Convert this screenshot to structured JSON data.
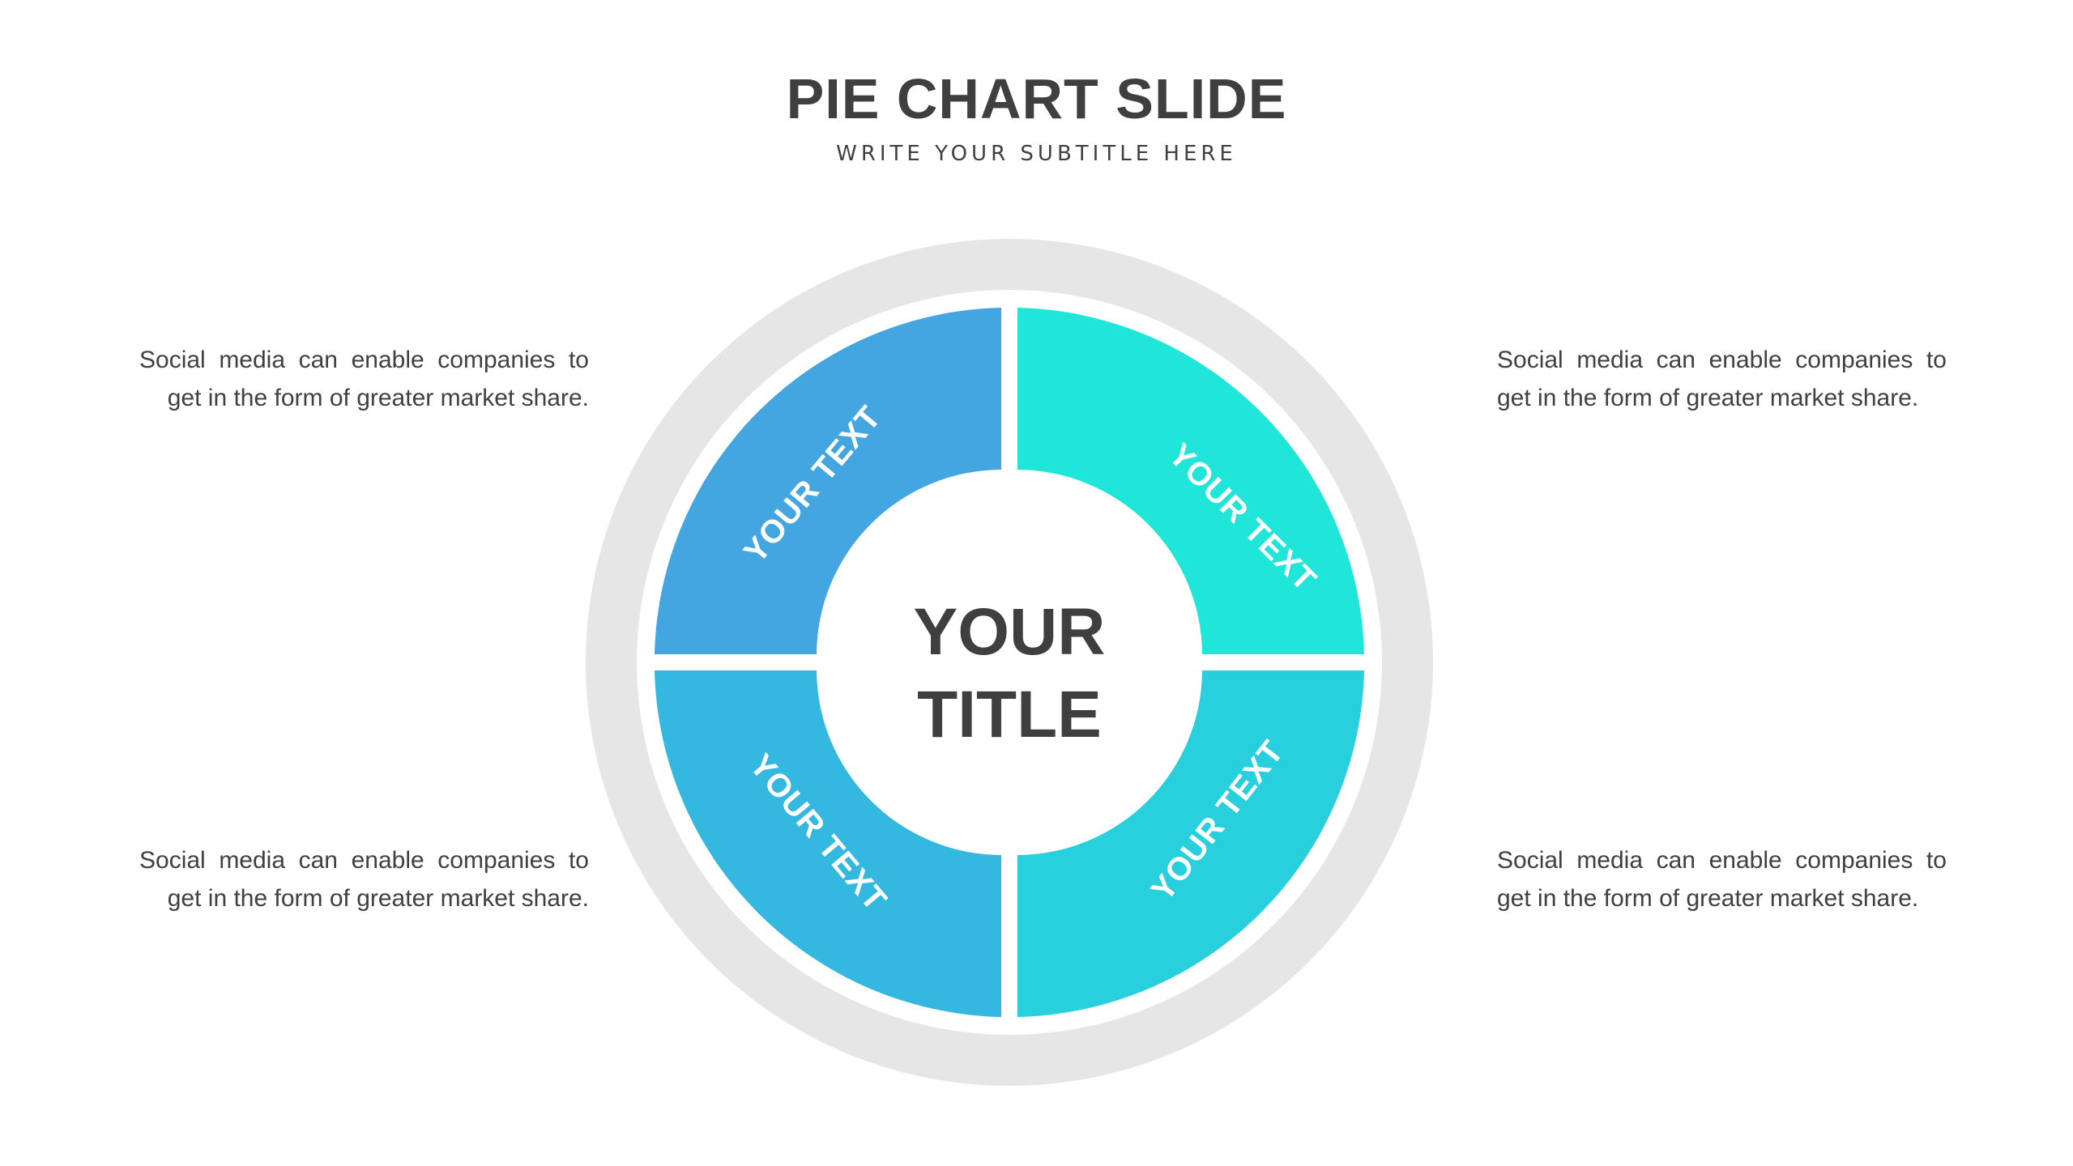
{
  "header": {
    "title": "PIE CHART SLIDE",
    "subtitle": "WRITE YOUR SUBTITLE HERE"
  },
  "diagram": {
    "center_title_line1": "YOUR",
    "center_title_line2": "TITLE",
    "segments": [
      {
        "label": "YOUR TEXT",
        "color": "#43A6E0"
      },
      {
        "label": "YOUR TEXT",
        "color": "#1FE6D8"
      },
      {
        "label": "YOUR TEXT",
        "color": "#35B8DF"
      },
      {
        "label": "YOUR TEXT",
        "color": "#28D0DE"
      }
    ],
    "ring_color": "#E6E6E6"
  },
  "descriptions": {
    "top_left": "Social media can enable companies to get in the form of greater market share.",
    "top_right": "Social media can enable companies to get in the form of greater market share.",
    "bottom_left": "Social media can enable companies to get in the form of greater market share.",
    "bottom_right": "Social media can enable companies to get in the form of greater market share."
  }
}
